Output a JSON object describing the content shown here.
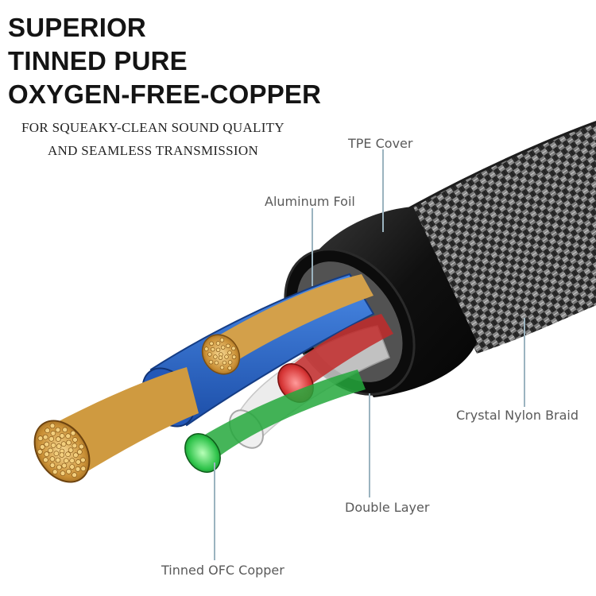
{
  "headline": {
    "lines": [
      "SUPERIOR",
      "TINNED PURE",
      "OXYGEN-FREE-COPPER"
    ]
  },
  "tagline": {
    "lines": [
      "FOR SQUEAKY-CLEAN SOUND QUALITY",
      "AND SEAMLESS TRANSMISSION"
    ]
  },
  "callouts": {
    "tpe_cover": "TPE  Cover",
    "aluminum_foil": "Aluminum Foil",
    "crystal_nylon_braid": "Crystal Nylon Braid",
    "double_layer": "Double Layer",
    "tinned_ofc_copper": "Tinned OFC Copper"
  },
  "colors": {
    "braid": "#3a3a3a",
    "jacket": "#141414",
    "shield_blue": "#2a63c8",
    "copper": "#d8a24a",
    "red_core": "#d43030",
    "green_core": "#2ec34a",
    "leader_line": "#9bb3bf"
  }
}
